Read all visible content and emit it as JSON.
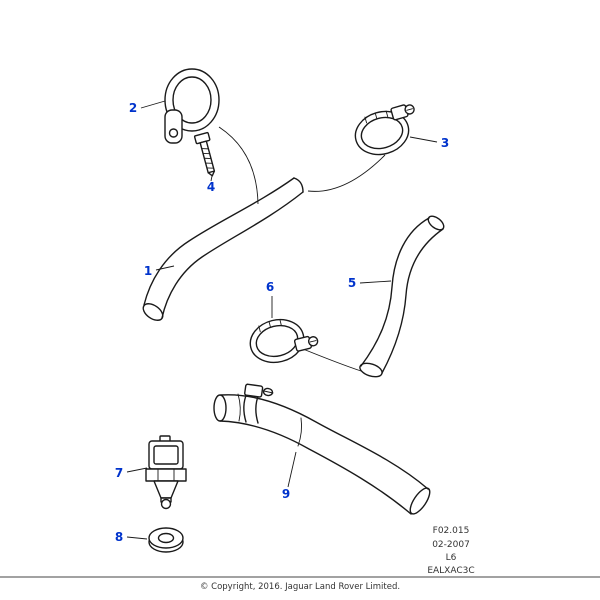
{
  "colors": {
    "background": "#ffffff",
    "callout_blue": "#0033cc",
    "line_black": "#1a1a1a",
    "footer_text": "#333333"
  },
  "callouts": {
    "c1": "1",
    "c2": "2",
    "c3": "3",
    "c4": "4",
    "c5": "5",
    "c6": "6",
    "c7": "7",
    "c8": "8",
    "c9": "9"
  },
  "ref_block": {
    "line1": "F02.015",
    "line2": "02-2007",
    "line3": "L6",
    "line4": "EALXAC3C"
  },
  "footer": {
    "copyright": "© Copyright, 2016. Jaguar Land Rover Limited."
  }
}
